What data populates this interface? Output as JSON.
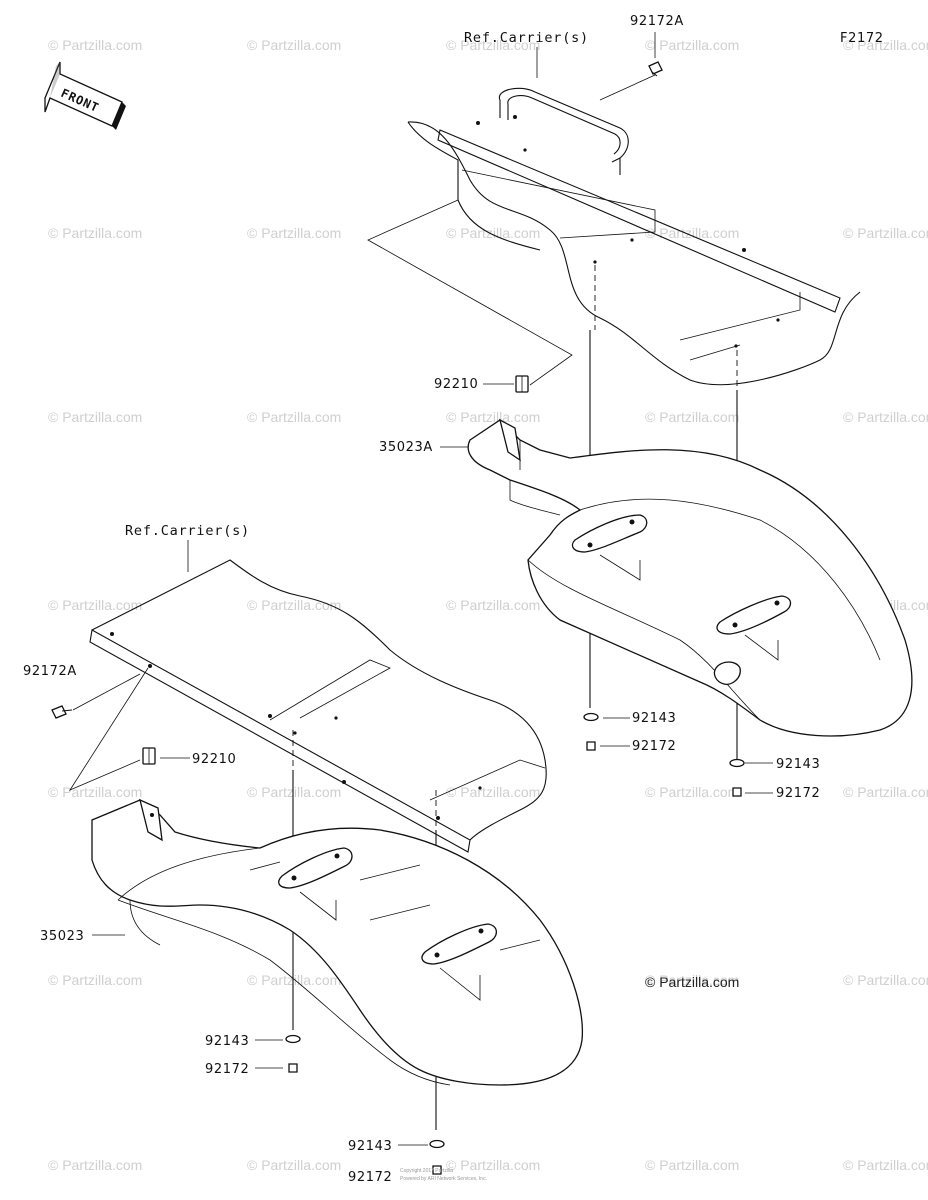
{
  "figure_code": "F2172",
  "front_label": "FRONT",
  "copyright": "© Partzilla.com",
  "watermark": "© Partzilla.com",
  "fine_print": [
    "Copyright 2017 Partzilla",
    "Powered by ARI Network Services, Inc."
  ],
  "labels": {
    "ref_carrier_top": "Ref.Carrier(s)",
    "ref_carrier_bottom": "Ref.Carrier(s)",
    "p92172A_top": "92172A",
    "p92210_top": "92210",
    "p35023A": "35023A",
    "p92143_right_a": "92143",
    "p92172_right_a": "92172",
    "p92143_right_b": "92143",
    "p92172_right_b": "92172",
    "p92172A_left": "92172A",
    "p92210_left": "92210",
    "p35023": "35023",
    "p92143_bottom_a": "92143",
    "p92172_bottom_a": "92172",
    "p92143_bottom_b": "92143",
    "p92172_bottom_b": "92172"
  }
}
